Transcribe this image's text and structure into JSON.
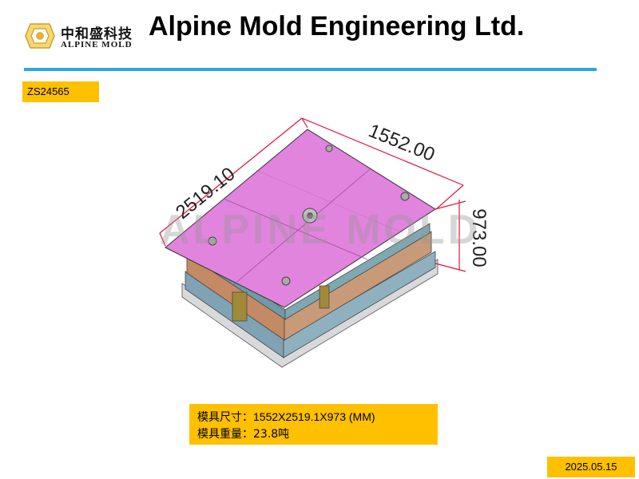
{
  "header": {
    "logo_cn": "中和盛科技",
    "logo_en": "ALPINE MOLD",
    "company": "Alpine Mold Engineering Ltd.",
    "accent_color": "#29a8e0"
  },
  "project_code": "ZS24565",
  "drawing": {
    "dim_length": "1552.00",
    "dim_width": "2519.10",
    "dim_height": "973.00",
    "watermark": "ALPINE MOLD",
    "top_plate_color": "#e184dd"
  },
  "spec": {
    "size_label": "模具尺寸：",
    "size_value": "1552X2519.1X973 (MM)",
    "weight_label": "模具重量：",
    "weight_value": "23.8吨"
  },
  "date": "2025.05.15",
  "highlight_color": "#ffc000"
}
